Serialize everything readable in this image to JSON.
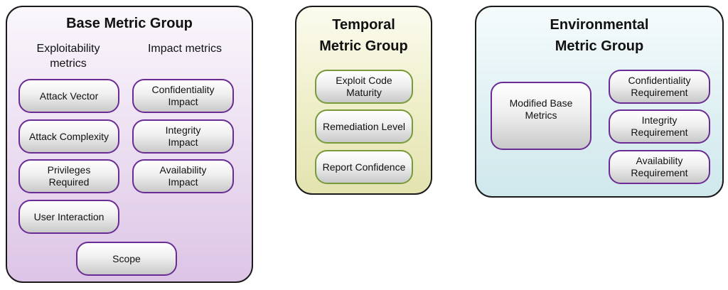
{
  "base_group": {
    "title": "Base Metric Group",
    "exploitability_heading": [
      "Exploitability",
      "metrics"
    ],
    "impact_heading": "Impact metrics",
    "exploitability_metrics": [
      [
        "Attack Vector"
      ],
      [
        "Attack Complexity"
      ],
      [
        "Privileges",
        "Required"
      ],
      [
        "User Interaction"
      ]
    ],
    "impact_metrics": [
      [
        "Confidentiality",
        "Impact"
      ],
      [
        "Integrity",
        "Impact"
      ],
      [
        "Availability",
        "Impact"
      ]
    ],
    "scope": "Scope"
  },
  "temporal_group": {
    "title": [
      "Temporal",
      "Metric Group"
    ],
    "metrics": [
      [
        "Exploit Code",
        "Maturity"
      ],
      [
        "Remediation Level"
      ],
      [
        "Report Confidence"
      ]
    ]
  },
  "environmental_group": {
    "title": [
      "Environmental",
      "Metric Group"
    ],
    "modified_base": [
      "Modified Base",
      "Metrics"
    ],
    "metrics": [
      [
        "Confidentiality",
        "Requirement"
      ],
      [
        "Integrity",
        "Requirement"
      ],
      [
        "Availability",
        "Requirement"
      ]
    ]
  }
}
